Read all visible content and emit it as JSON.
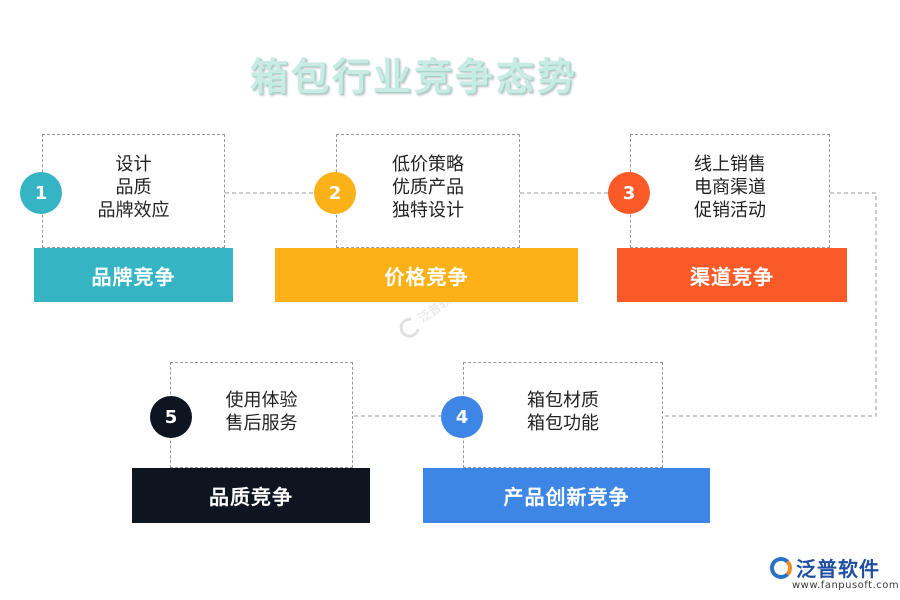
{
  "title": "箱包行业竞争态势",
  "colors": {
    "teal": "#35b5c4",
    "yellow": "#fbb117",
    "orange_red": "#fa5a28",
    "dark_navy": "#0d1620",
    "blue": "#3d86e6"
  },
  "items": [
    {
      "number": "1",
      "label": "品牌竞争",
      "lines": [
        "设计",
        "品质",
        "品牌效应"
      ]
    },
    {
      "number": "2",
      "label": "价格竞争",
      "lines": [
        "低价策略",
        "优质产品",
        "独特设计"
      ]
    },
    {
      "number": "3",
      "label": "渠道竞争",
      "lines": [
        "线上销售",
        "电商渠道",
        "促销活动"
      ]
    },
    {
      "number": "4",
      "label": "产品创新竞争",
      "lines": [
        "箱包材质",
        "箱包功能"
      ]
    },
    {
      "number": "5",
      "label": "品质竞争",
      "lines": [
        "使用体验",
        "售后服务"
      ]
    }
  ],
  "watermark": {
    "text": "泛普软件"
  },
  "brand": {
    "name": "泛普软件",
    "url": "www.fanpusoft.com",
    "icon": "fanpu-logo-icon"
  }
}
